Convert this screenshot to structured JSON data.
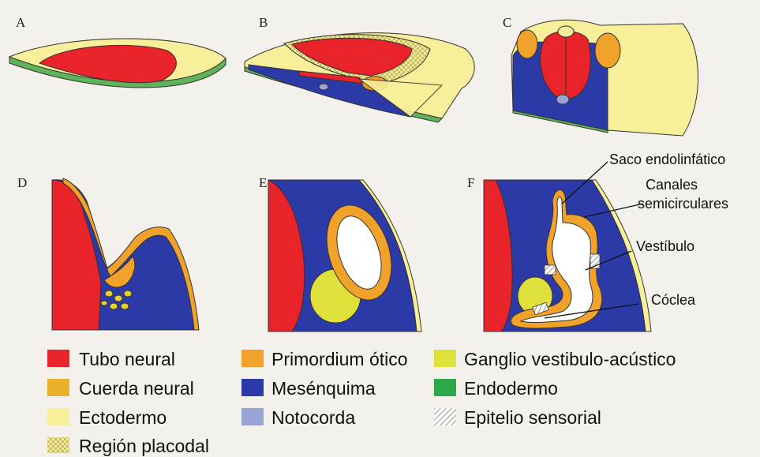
{
  "panels": [
    "A",
    "B",
    "C",
    "D",
    "E",
    "F"
  ],
  "callouts": {
    "saco": "Saco endolinfático",
    "canales_1": "Canales",
    "canales_2": "semicirculares",
    "vestibulo": "Vestíbulo",
    "coclea": "Cóclea"
  },
  "legend": [
    {
      "label": "Tubo neural",
      "color": "#e8232a",
      "pattern": "solid"
    },
    {
      "label": "Cuerda neural",
      "color": "#e9b12a",
      "pattern": "solid"
    },
    {
      "label": "Ectodermo",
      "color": "#f7ef9a",
      "pattern": "solid"
    },
    {
      "label": "Región placodal",
      "color": "#f0e68a",
      "pattern": "checker"
    },
    {
      "label": "Primordium ótico",
      "color": "#f0a22a",
      "pattern": "solid"
    },
    {
      "label": "Mesénquima",
      "color": "#2b3aa6",
      "pattern": "solid"
    },
    {
      "label": "Notocorda",
      "color": "#9aa4d6",
      "pattern": "solid"
    },
    {
      "label": "Ganglio vestibulo-acústico",
      "color": "#dfe03a",
      "pattern": "solid"
    },
    {
      "label": "Endodermo",
      "color": "#2da84a",
      "pattern": "solid"
    },
    {
      "label": "Epitelio sensorial",
      "color": "#ffffff",
      "pattern": "hatch"
    }
  ]
}
